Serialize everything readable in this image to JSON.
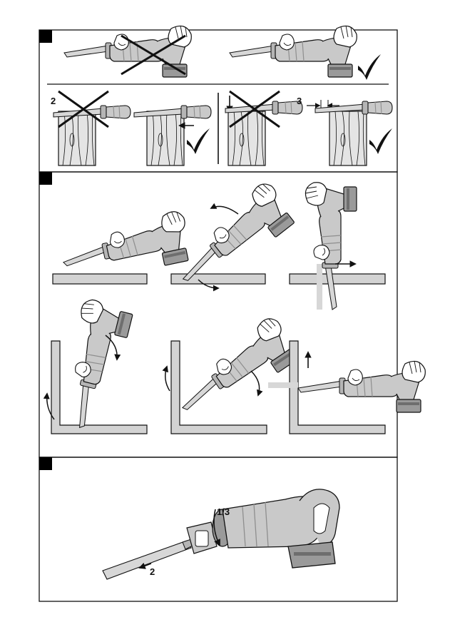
{
  "palette": {
    "line": "#111111",
    "tool_body": "#c9c9c9",
    "tool_dark": "#8e8e8e",
    "blade": "#d7d7d7",
    "wood": "#e4e4e4",
    "surface": "#d3d3d3",
    "accent_black": "#000000"
  },
  "panels": [
    {
      "marker": "black-square",
      "top_row": [
        {
          "icon": "cross-mark-icon",
          "meaning": "incorrect"
        },
        {
          "icon": "check-mark-icon",
          "meaning": "correct"
        }
      ],
      "bottom_row": [
        {
          "label": "2",
          "icon": "cross-mark-icon"
        },
        {
          "label": "",
          "icon": "check-mark-icon"
        },
        {
          "label": "",
          "icon": "cross-mark-icon"
        },
        {
          "label": "3",
          "icon": "check-mark-icon"
        }
      ]
    },
    {
      "marker": "black-square",
      "scenes": [
        "plunge-start",
        "plunge-tilt",
        "plunge-through",
        "corner-vertical",
        "corner-angled",
        "corner-horizontal"
      ]
    },
    {
      "marker": "black-square",
      "labels": {
        "rotation": "1/3",
        "blade_step": "2"
      }
    }
  ]
}
